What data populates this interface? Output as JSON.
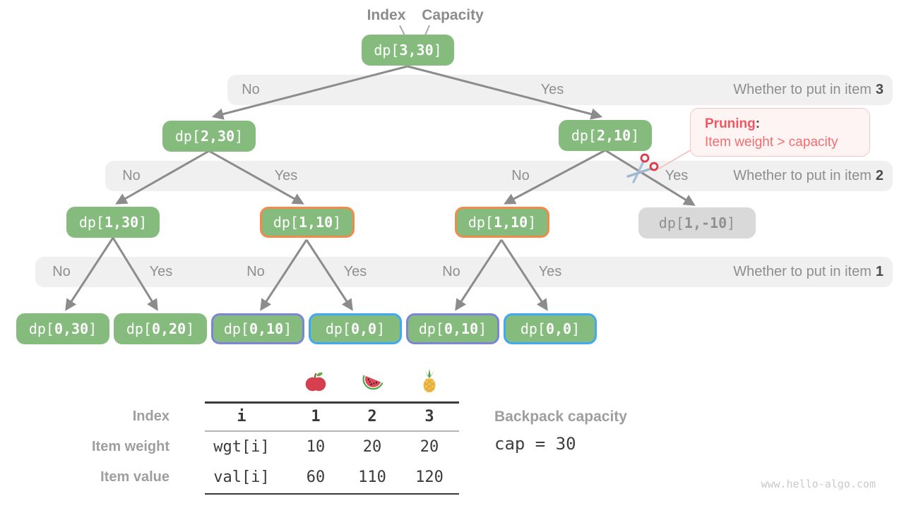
{
  "header": {
    "index_label": "Index",
    "capacity_label": "Capacity"
  },
  "nodes": [
    {
      "prefix": "dp[",
      "value": "3,30",
      "suffix": "]",
      "variant": "green"
    },
    {
      "prefix": "dp[",
      "value": "2,30",
      "suffix": "]",
      "variant": "green"
    },
    {
      "prefix": "dp[",
      "value": "2,10",
      "suffix": "]",
      "variant": "green"
    },
    {
      "prefix": "dp[",
      "value": "1,30",
      "suffix": "]",
      "variant": "green"
    },
    {
      "prefix": "dp[",
      "value": "1,10",
      "suffix": "]",
      "variant": "orange"
    },
    {
      "prefix": "dp[",
      "value": "1,10",
      "suffix": "]",
      "variant": "orange"
    },
    {
      "prefix": "dp[",
      "value": "1,-10",
      "suffix": "]",
      "variant": "gray"
    },
    {
      "prefix": "dp[",
      "value": "0,30",
      "suffix": "]",
      "variant": "green"
    },
    {
      "prefix": "dp[",
      "value": "0,20",
      "suffix": "]",
      "variant": "green"
    },
    {
      "prefix": "dp[",
      "value": "0,10",
      "suffix": "]",
      "variant": "purple"
    },
    {
      "prefix": "dp[",
      "value": "0,0",
      "suffix": "]",
      "variant": "blue"
    },
    {
      "prefix": "dp[",
      "value": "0,10",
      "suffix": "]",
      "variant": "purple"
    },
    {
      "prefix": "dp[",
      "value": "0,0",
      "suffix": "]",
      "variant": "blue"
    }
  ],
  "bands": [
    {
      "labels": [
        "No",
        "Yes"
      ],
      "title_prefix": "Whether to put in item",
      "title_number": "3"
    },
    {
      "labels": [
        "No",
        "Yes",
        "No",
        "Yes"
      ],
      "title_prefix": "Whether to put in item",
      "title_number": "2"
    },
    {
      "labels": [
        "No",
        "Yes",
        "No",
        "Yes",
        "No",
        "Yes"
      ],
      "title_prefix": "Whether to put in item",
      "title_number": "1"
    }
  ],
  "pruning": {
    "title": "Pruning",
    "colon": ":",
    "text": "Item weight > capacity"
  },
  "icons": {
    "scissors": "scissors-icon",
    "fruits": [
      "apple-icon",
      "watermelon-icon",
      "pineapple-icon"
    ]
  },
  "table": {
    "row_labels": [
      "Index",
      "Item weight",
      "Item value"
    ],
    "var_names": [
      "i",
      "wgt[i]",
      "val[i]"
    ],
    "columns": [
      "1",
      "2",
      "3"
    ],
    "weights": [
      "10",
      "20",
      "20"
    ],
    "values": [
      "60",
      "110",
      "120"
    ]
  },
  "capacity": {
    "label": "Backpack capacity",
    "code": "cap = 30"
  },
  "watermark": "www.hello-algo.com",
  "colors": {
    "node_green": "#86bb7e",
    "highlight_orange": "#f08b4b",
    "highlight_purple": "#7d85d7",
    "highlight_blue": "#3fa9f5",
    "pruned_gray": "#d9d9d9",
    "band_bg": "#f0f0f0",
    "edge_gray": "#8c8c8c",
    "pruning_red": "#f26d6d"
  }
}
